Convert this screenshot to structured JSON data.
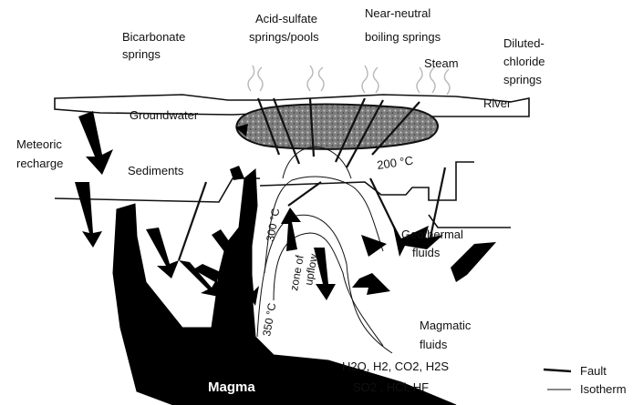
{
  "labels": {
    "bicarbonate_1": "Bicarbonate",
    "bicarbonate_2": "springs",
    "acid_sulfate_1": "Acid-sulfate",
    "acid_sulfate_2": "springs/pools",
    "near_neutral_1": "Near-neutral",
    "near_neutral_2": "boiling springs",
    "steam": "Steam",
    "diluted_1": "Diluted-",
    "diluted_2": "chloride",
    "diluted_3": "springs",
    "river": "River",
    "groundwater": "Groundwater",
    "meteoric_1": "Meteoric",
    "meteoric_2": "recharge",
    "sediments": "Sediments",
    "temp_200": "200 °C",
    "temp_300": "300 °C",
    "temp_350": "350 °C",
    "zone_1": "zone of",
    "zone_2": "upflow",
    "geothermal_1": "Geothermal",
    "geothermal_2": "fluids",
    "magmatic_1": "Magmatic",
    "magmatic_2": "fluids",
    "gases_1": "H2O, H2, CO2, H2S",
    "gases_2": "SO2 , HCl, HF",
    "magma": "Magma"
  },
  "legend": {
    "fault": "Fault",
    "isotherm": "Isotherm"
  },
  "colors": {
    "ink": "#111111",
    "groundwater_fill": "#8a8a8a",
    "steam": "#bdbdbd"
  }
}
